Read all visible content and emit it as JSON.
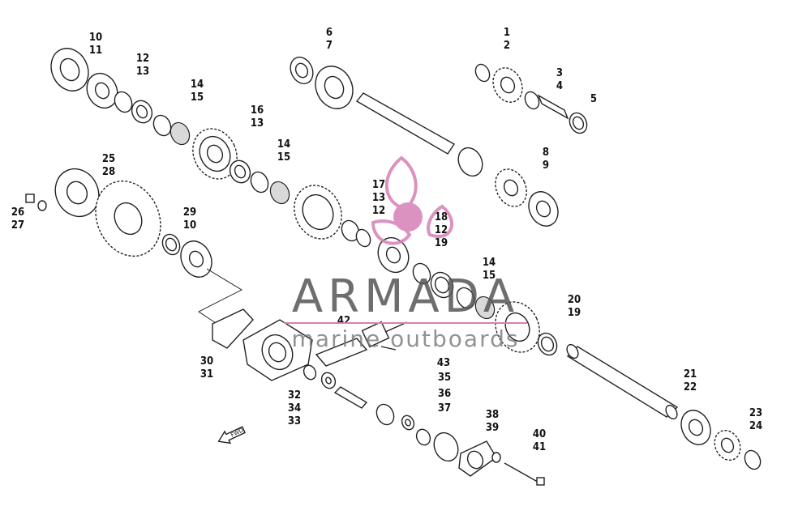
{
  "watermark": {
    "brand": "ARMADA",
    "tagline": "marine outboards",
    "color": "#d77fb6",
    "text_color": "#555555"
  },
  "direction_label": "FWD",
  "callouts": [
    {
      "id": "c1",
      "text": "1"
    },
    {
      "id": "c2",
      "text": "2"
    },
    {
      "id": "c3",
      "text": "3"
    },
    {
      "id": "c4",
      "text": "4"
    },
    {
      "id": "c5",
      "text": "5"
    },
    {
      "id": "c6",
      "text": "6"
    },
    {
      "id": "c7",
      "text": "7"
    },
    {
      "id": "c8",
      "text": "8"
    },
    {
      "id": "c9",
      "text": "9"
    },
    {
      "id": "c10",
      "text": "10"
    },
    {
      "id": "c11",
      "text": "11"
    },
    {
      "id": "c12",
      "text": "12"
    },
    {
      "id": "c13",
      "text": "13"
    },
    {
      "id": "c14",
      "text": "14"
    },
    {
      "id": "c15",
      "text": "15"
    },
    {
      "id": "c16",
      "text": "16"
    },
    {
      "id": "c17",
      "text": "17"
    },
    {
      "id": "c18",
      "text": "18"
    },
    {
      "id": "c19",
      "text": "19"
    },
    {
      "id": "c20",
      "text": "20"
    },
    {
      "id": "c21",
      "text": "21"
    },
    {
      "id": "c22",
      "text": "22"
    },
    {
      "id": "c23",
      "text": "23"
    },
    {
      "id": "c24",
      "text": "24"
    },
    {
      "id": "c25",
      "text": "25"
    },
    {
      "id": "c26",
      "text": "26"
    },
    {
      "id": "c27",
      "text": "27"
    },
    {
      "id": "c28",
      "text": "28"
    },
    {
      "id": "c29",
      "text": "29"
    },
    {
      "id": "c30",
      "text": "30"
    },
    {
      "id": "c31",
      "text": "31"
    },
    {
      "id": "c32",
      "text": "32"
    },
    {
      "id": "c33",
      "text": "33"
    },
    {
      "id": "c34",
      "text": "34"
    },
    {
      "id": "c35",
      "text": "35"
    },
    {
      "id": "c36",
      "text": "36"
    },
    {
      "id": "c37",
      "text": "37"
    },
    {
      "id": "c38",
      "text": "38"
    },
    {
      "id": "c39",
      "text": "39"
    },
    {
      "id": "c40",
      "text": "40"
    },
    {
      "id": "c41",
      "text": "41"
    },
    {
      "id": "c42",
      "text": "42"
    },
    {
      "id": "c43",
      "text": "43"
    }
  ]
}
